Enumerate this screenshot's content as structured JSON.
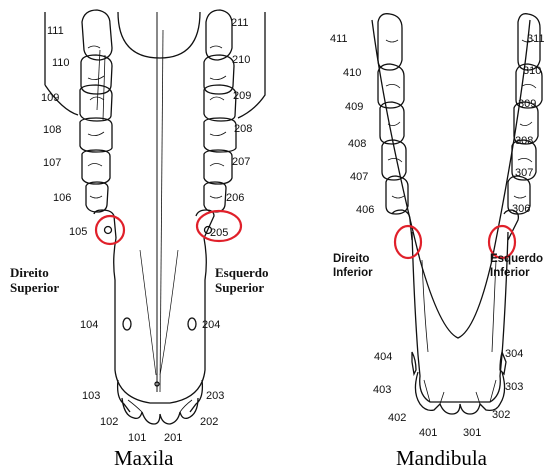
{
  "maxila": {
    "caption": "Maxila",
    "quadrant_right": {
      "line1": "Direito",
      "line2": "Superior"
    },
    "quadrant_left": {
      "line1": "Esquerdo",
      "line2": "Superior"
    },
    "teeth_right": [
      "111",
      "110",
      "109",
      "108",
      "107",
      "106",
      "105",
      "104",
      "103",
      "102",
      "101"
    ],
    "teeth_left": [
      "211",
      "210",
      "209",
      "208",
      "207",
      "206",
      "205",
      "204",
      "203",
      "202",
      "201"
    ]
  },
  "mandibula": {
    "caption": "Mandibula",
    "quadrant_right": {
      "line1": "Direito",
      "line2": "Inferior"
    },
    "quadrant_left": {
      "line1": "Esquerdo",
      "line2": "Inferior"
    },
    "teeth_right": [
      "411",
      "410",
      "409",
      "408",
      "407",
      "406",
      "404",
      "403",
      "402",
      "401"
    ],
    "teeth_left": [
      "311",
      "310",
      "309",
      "308",
      "307",
      "306",
      "304",
      "303",
      "302",
      "301"
    ]
  },
  "colors": {
    "ink": "#111111",
    "highlight_circle": "#e0202a",
    "background": "#ffffff"
  }
}
